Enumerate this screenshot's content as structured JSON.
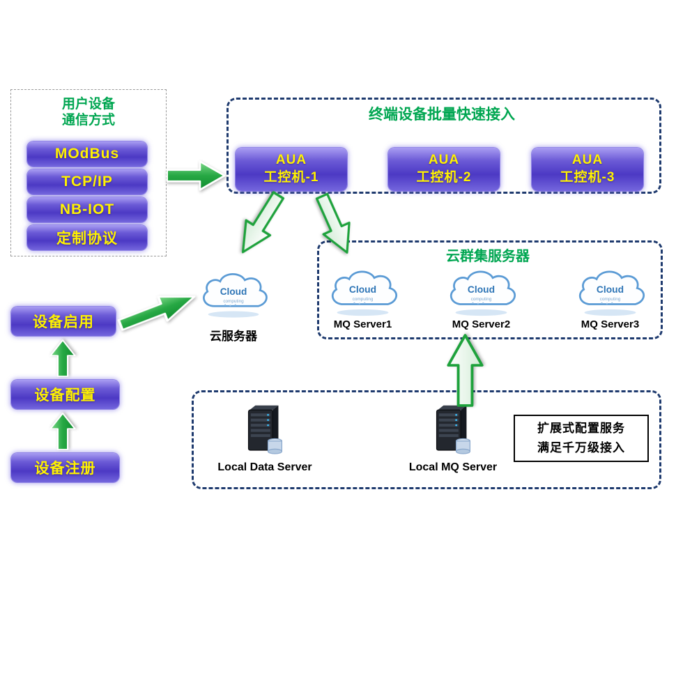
{
  "diagram": {
    "left_panel": {
      "title_lines": [
        "用户设备",
        "通信方式"
      ],
      "items": [
        {
          "label": "MOdBus"
        },
        {
          "label": "TCP/IP"
        },
        {
          "label": "NB-IOT"
        },
        {
          "label": "定制协议"
        }
      ]
    },
    "terminal_panel": {
      "title": "终端设备批量快速接入",
      "nodes": [
        {
          "line1": "AUA",
          "line2": "工控机-1"
        },
        {
          "line1": "AUA",
          "line2": "工控机-2"
        },
        {
          "line1": "AUA",
          "line2": "工控机-3"
        }
      ]
    },
    "cloud_server": {
      "label": "云服务器"
    },
    "cluster_panel": {
      "title": "云群集服务器",
      "nodes": [
        {
          "label": "MQ Server1"
        },
        {
          "label": "MQ Server2"
        },
        {
          "label": "MQ Server3"
        }
      ]
    },
    "device_steps": [
      {
        "label": "设备启用"
      },
      {
        "label": "设备配置"
      },
      {
        "label": "设备注册"
      }
    ],
    "local_panel": {
      "servers": [
        {
          "label": "Local Data Server"
        },
        {
          "label": "Local MQ Server"
        }
      ],
      "note_lines": [
        "扩展式配置服务",
        "满足千万级接入"
      ]
    },
    "cloud_icon": {
      "title": "Cloud",
      "subtitle": "computing"
    },
    "colors": {
      "title_green": "#00a651",
      "node_purple": "#4c39c4",
      "node_text_yellow": "#fff200",
      "panel_border_navy": "#1e3a6e",
      "arrow_green": "#27a844"
    }
  }
}
